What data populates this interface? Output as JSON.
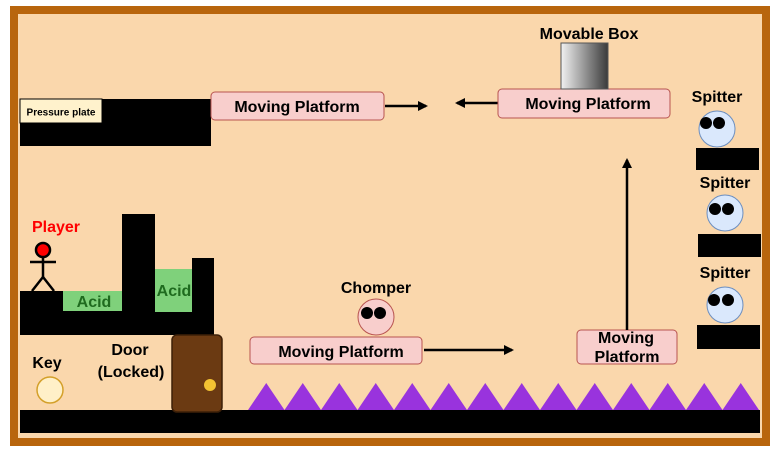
{
  "colors": {
    "frame": "#b8650d",
    "background": "#fad7ac",
    "solid": "#000000",
    "acid": "#7fd17b",
    "acid_text": "#1f6b1f",
    "platform_fill": "#f8cecc",
    "platform_stroke": "#b85450",
    "spike": "#9933dd",
    "door": "#6b3a12",
    "door_knob": "#f2c232",
    "key": "#fff0c8",
    "player_head": "#ff0000",
    "spitter": "#dae8fc",
    "chomper": "#f8cecc",
    "pressure_plate": "#fff2cc"
  },
  "labels": {
    "pressure_plate": "Pressure plate",
    "player": "Player",
    "acid_1": "Acid",
    "acid_2": "Acid",
    "key": "Key",
    "door_line1": "Door",
    "door_line2": "(Locked)",
    "chomper": "Chomper",
    "movable_box": "Movable Box",
    "spitter_1": "Spitter",
    "spitter_2": "Spitter",
    "spitter_3": "Spitter"
  },
  "platforms": {
    "top_left": "Moving Platform",
    "top_right": "Moving Platform",
    "bottom_middle": "Moving Platform",
    "right_line1": "Moving",
    "right_line2": "Platform"
  }
}
